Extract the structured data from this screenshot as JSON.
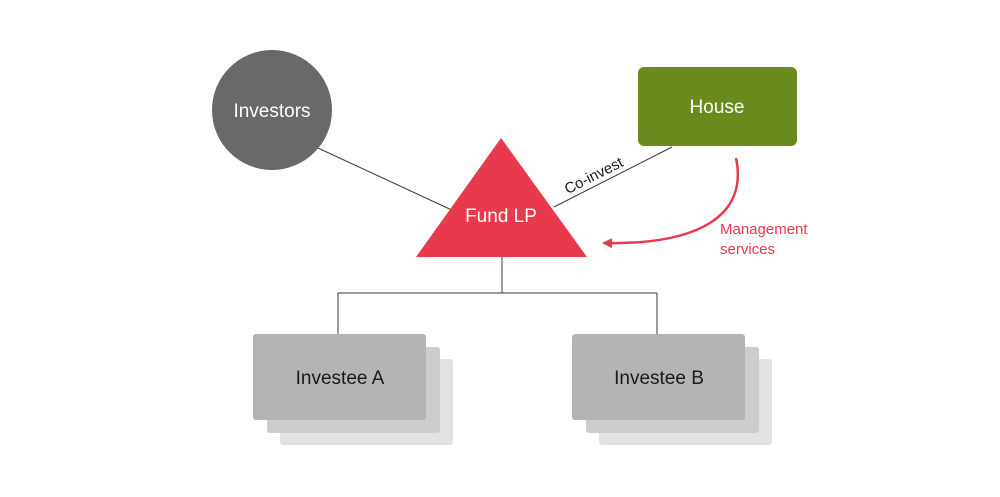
{
  "colors": {
    "investors": "#696969",
    "house": "#6b8a1e",
    "fund": "#e8394d",
    "investee": "#b4b4b4",
    "investee_stack_1": "#cdcdcd",
    "investee_stack_2": "#e2e2e2",
    "connector": "#3a3a3a",
    "management_arrow": "#e8394d",
    "management_text": "#e8394d"
  },
  "nodes": {
    "investors": {
      "label": "Investors",
      "shape": "circle"
    },
    "house": {
      "label": "House",
      "shape": "rounded-rectangle"
    },
    "fund": {
      "label": "Fund LP",
      "shape": "triangle"
    },
    "investee_a": {
      "label": "Investee A",
      "shape": "stacked-rectangles"
    },
    "investee_b": {
      "label": "Investee B",
      "shape": "stacked-rectangles"
    }
  },
  "edges": {
    "co_invest": {
      "label": "Co-invest"
    },
    "management": {
      "label_line1": "Management",
      "label_line2": "services"
    }
  }
}
